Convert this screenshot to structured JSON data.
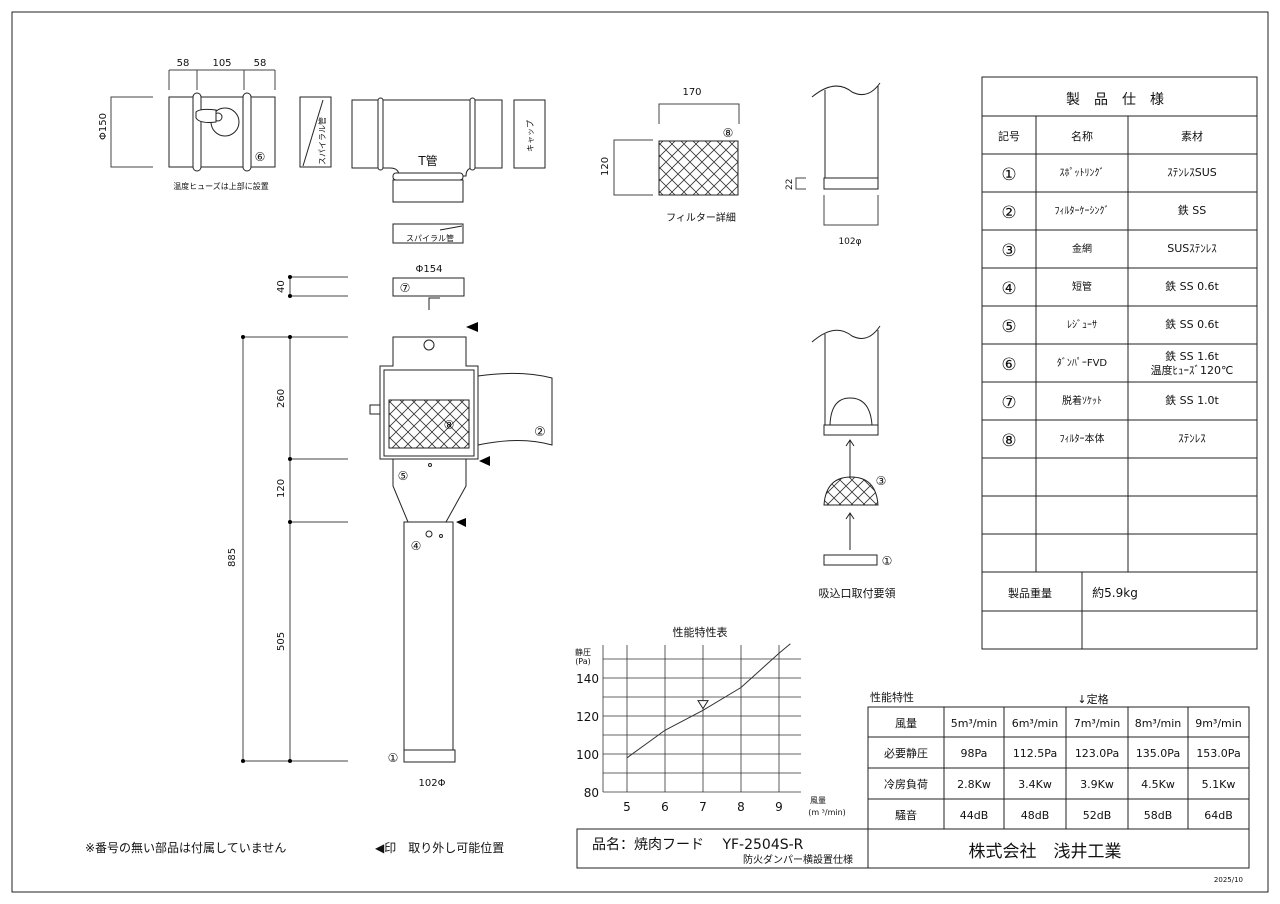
{
  "drawing": {
    "damper_dims": [
      "58",
      "105",
      "58"
    ],
    "damper_dia": "Φ150",
    "damper_num": "⑥",
    "damper_note": "温度ヒューズは上部に設置",
    "spiral_label": "スパイラル管",
    "t_pipe_label": "T管",
    "cap_label": "キャップ",
    "spiral_label2": "スパイラル管",
    "socket_dia": "Φ154",
    "socket_height": "40",
    "socket_num": "⑦",
    "dim_260": "260",
    "dim_120": "120",
    "dim_505": "505",
    "dim_885": "885",
    "num_8": "⑧",
    "num_2": "②",
    "num_5": "⑤",
    "num_4": "④",
    "num_1": "①",
    "bottom_dia": "102Φ",
    "filter_width": "170",
    "filter_height": "120",
    "filter_num": "⑧",
    "filter_caption": "フィルター詳細",
    "ring_height": "22",
    "ring_dia": "102φ",
    "install_num3": "③",
    "install_num1": "①",
    "install_caption": "吸込口取付要領",
    "note_left": "※番号の無い部品は付属していません",
    "note_right": "◀印　取り外し可能位置"
  },
  "spec_table": {
    "title": "製　品　仕　様",
    "headers": [
      "記号",
      "名称",
      "素材"
    ],
    "rows": [
      {
        "num": "①",
        "name": "ｽﾎﾟｯﾄﾘﾝｸﾞ",
        "material": "ｽﾃﾝﾚｽSUS"
      },
      {
        "num": "②",
        "name": "ﾌｨﾙﾀｰｹｰｼﾝｸﾞ",
        "material": "鉄 SS"
      },
      {
        "num": "③",
        "name": "金網",
        "material": "SUSｽﾃﾝﾚｽ"
      },
      {
        "num": "④",
        "name": "短管",
        "material": "鉄 SS 0.6t"
      },
      {
        "num": "⑤",
        "name": "ﾚｼﾞｭｰｻ",
        "material": "鉄 SS 0.6t"
      },
      {
        "num": "⑥",
        "name": "ﾀﾞﾝﾊﾟｰFVD",
        "material": "鉄 SS 1.6t",
        "material2": "温度ﾋｭｰｽﾞ120℃"
      },
      {
        "num": "⑦",
        "name": "脱着ｿｹｯﾄ",
        "material": "鉄 SS 1.0t"
      },
      {
        "num": "⑧",
        "name": "ﾌｨﾙﾀｰ本体",
        "material": "ｽﾃﾝﾚｽ"
      }
    ],
    "weight_label": "製品重量",
    "weight_value": "約5.9kg"
  },
  "perf_table": {
    "title": "性能特性",
    "rated_marker": "↓定格",
    "headers": [
      "風量",
      "5m³/min",
      "6m³/min",
      "7m³/min",
      "8m³/min",
      "9m³/min"
    ],
    "rows": [
      [
        "必要静圧",
        "98Pa",
        "112.5Pa",
        "123.0Pa",
        "135.0Pa",
        "153.0Pa"
      ],
      [
        "冷房負荷",
        "2.8Kw",
        "3.4Kw",
        "3.9Kw",
        "4.5Kw",
        "5.1Kw"
      ],
      [
        "騒音",
        "44dB",
        "48dB",
        "52dB",
        "58dB",
        "64dB"
      ]
    ]
  },
  "title_block": {
    "product": "品名：焼肉フード　 YF-2504S-R",
    "subtitle": "防火ダンパー横設置仕様",
    "company": "株式会社　浅井工業",
    "date": "2025/10"
  },
  "chart_data": {
    "type": "line",
    "title": "性能特性表",
    "ylabel": "静圧",
    "yunit": "(Pa)",
    "xlabel": "風量",
    "xunit": "(m ³/min)",
    "x_ticks": [
      "5",
      "6",
      "7",
      "8",
      "9"
    ],
    "y_ticks": [
      "80",
      "100",
      "120",
      "140"
    ],
    "xlim": [
      4.37,
      9.6
    ],
    "ylim": [
      80,
      158
    ],
    "grid": true,
    "series": [
      {
        "name": "静圧",
        "x": [
          5,
          6,
          7,
          8,
          9,
          9.3
        ],
        "y": [
          98,
          112.5,
          123,
          135,
          153,
          158
        ]
      }
    ],
    "rated_point": {
      "x": 7,
      "y": 126
    }
  }
}
